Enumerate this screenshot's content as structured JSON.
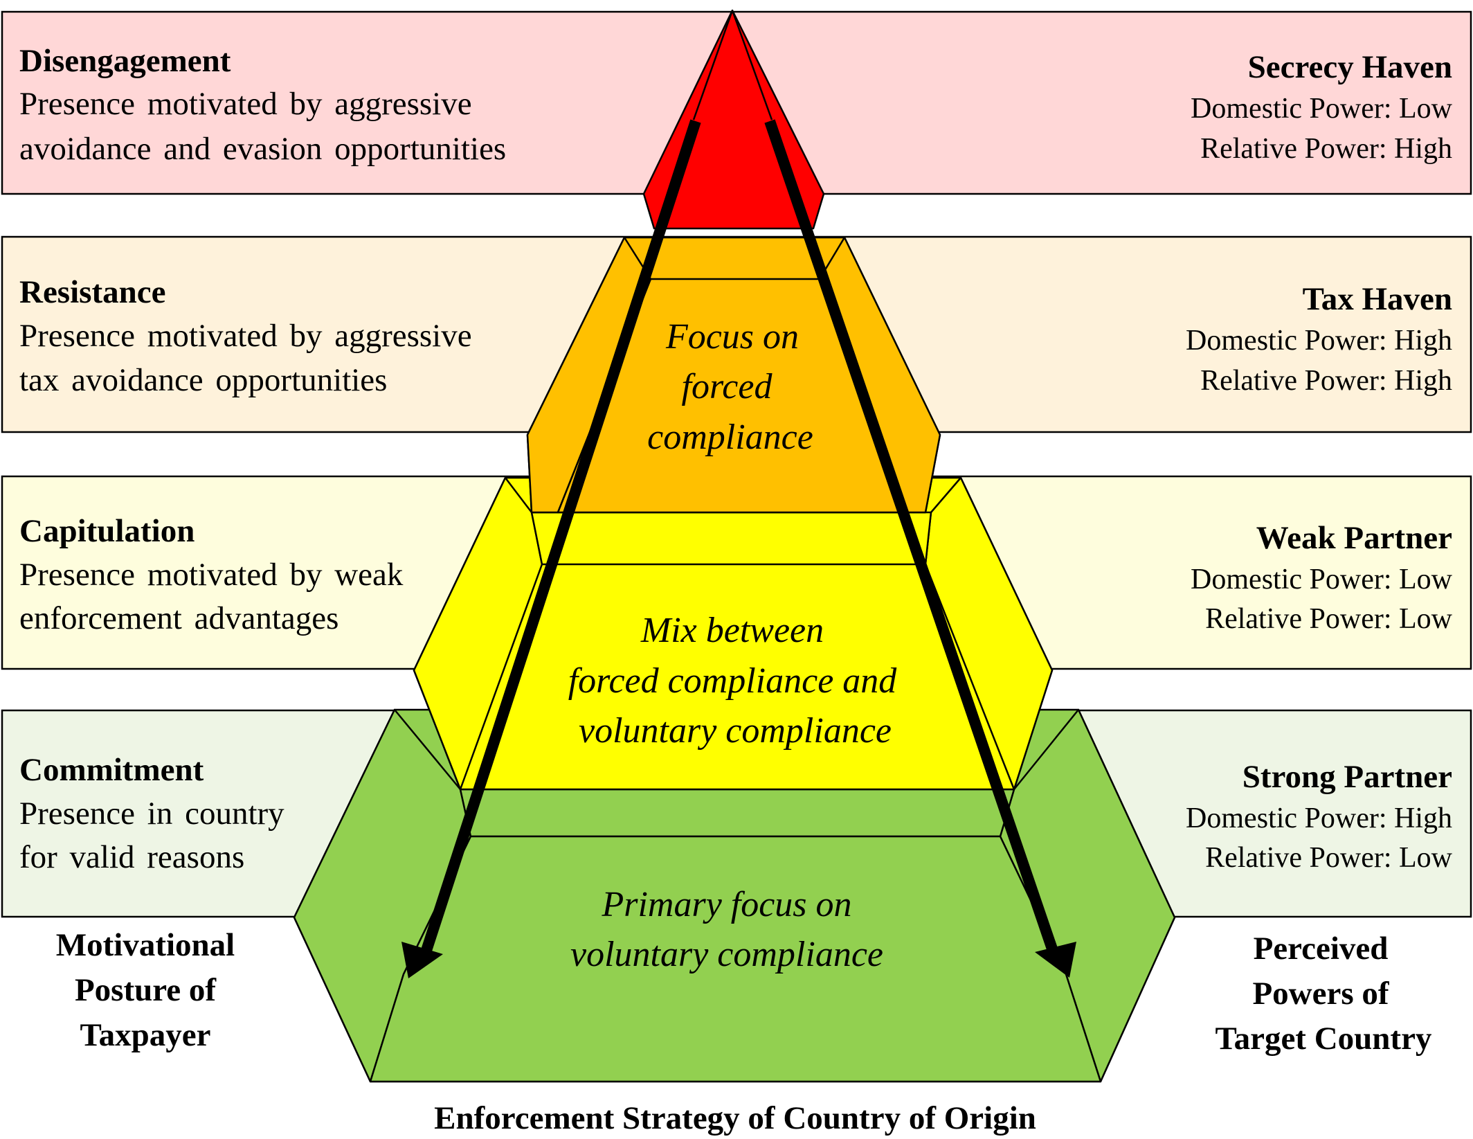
{
  "colors": {
    "disengagement_band": "#FFD7D7",
    "resistance_band": "#FEF2DB",
    "capitulation_band": "#FEFDDD",
    "commitment_band": "#EEF5E5",
    "red_tier": "#FF0000",
    "orange_tier": "#FFC000",
    "yellow_tier": "#FFFF00",
    "green_tier": "#92D050"
  },
  "levels": [
    {
      "posture": "Disengagement",
      "description_lines": [
        "Presence motivated by aggressive",
        "avoidance and evasion opportunities"
      ],
      "country_type": "Secrecy Haven",
      "domestic_power": "Domestic Power: Low",
      "relative_power": "Relative Power: High"
    },
    {
      "posture": "Resistance",
      "description_lines": [
        "Presence motivated by aggressive",
        "tax avoidance opportunities"
      ],
      "country_type": "Tax Haven",
      "domestic_power": "Domestic Power: High",
      "relative_power": "Relative Power: High"
    },
    {
      "posture": "Capitulation",
      "description_lines": [
        "Presence motivated by weak",
        "enforcement advantages"
      ],
      "country_type": "Weak Partner",
      "domestic_power": "Domestic Power: Low",
      "relative_power": "Relative Power: Low"
    },
    {
      "posture": "Commitment",
      "description_lines": [
        "Presence in country",
        "for valid reasons"
      ],
      "country_type": "Strong Partner",
      "domestic_power": "Domestic Power: High",
      "relative_power": "Relative Power: Low"
    }
  ],
  "strategies": {
    "orange": [
      "Focus on",
      "forced",
      "compliance"
    ],
    "yellow": [
      "Mix between",
      "forced compliance and",
      "voluntary compliance"
    ],
    "green": [
      "Primary focus on",
      "voluntary compliance"
    ]
  },
  "axes": {
    "left": [
      "Motivational",
      "Posture of",
      "Taxpayer"
    ],
    "right": [
      "Perceived",
      "Powers of",
      "Target Country"
    ],
    "bottom": "Enforcement Strategy of Country of Origin"
  }
}
